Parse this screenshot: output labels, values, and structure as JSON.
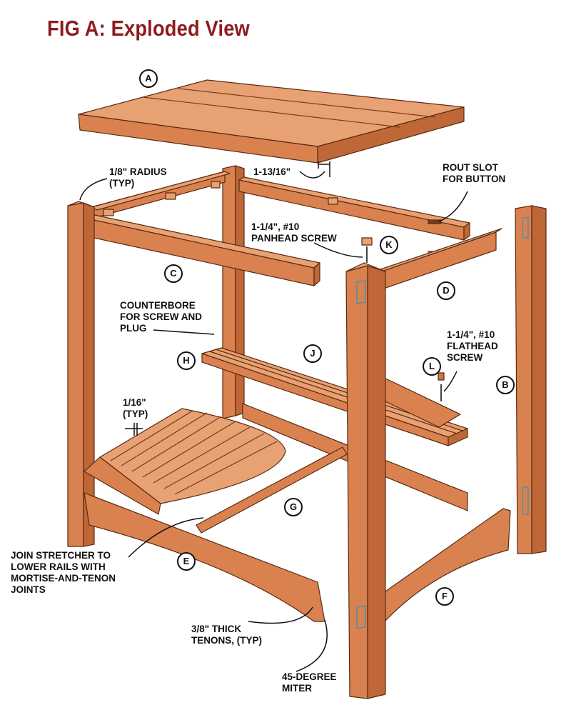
{
  "title": "FIG A: Exploded View",
  "parts": {
    "A": "A",
    "B": "B",
    "C": "C",
    "D": "D",
    "E": "E",
    "F": "F",
    "G": "G",
    "H": "H",
    "J": "J",
    "K": "K",
    "L": "L"
  },
  "callouts": {
    "radius": "1/8\" RADIUS\n(TYP)",
    "top_offset": "1-13/16\"",
    "rout_slot": "ROUT SLOT\nFOR BUTTON",
    "panhead": "1-1/4\", #10\nPANHEAD SCREW",
    "counterbore": "COUNTERBORE\nFOR SCREW AND\nPLUG",
    "flathead": "1-1/4\", #10\nFLATHEAD\nSCREW",
    "gap": "1/16\"\n(TYP)",
    "join_stretcher": "JOIN STRETCHER TO\nLOWER RAILS WITH\nMORTISE-AND-TENON\nJOINTS",
    "tenons": "3/8\" THICK\nTENONS, (TYP)",
    "miter": "45-DEGREE\nMITER"
  },
  "colors": {
    "title": "#8e1b1f",
    "wood_face": "#d9824f",
    "wood_side": "#bf6737",
    "wood_top": "#e8a172"
  }
}
